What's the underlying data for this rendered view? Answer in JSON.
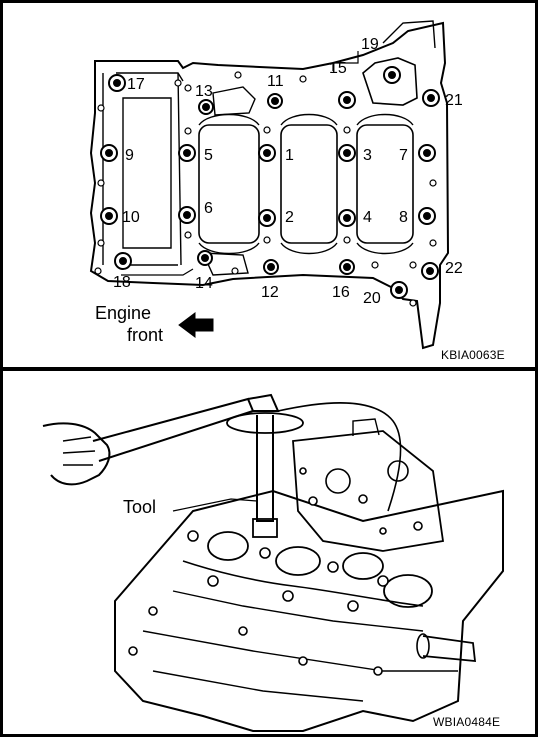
{
  "top_panel": {
    "bolt_numbers": [
      "1",
      "2",
      "3",
      "4",
      "5",
      "6",
      "7",
      "8",
      "9",
      "10",
      "11",
      "12",
      "13",
      "14",
      "15",
      "16",
      "17",
      "18",
      "19",
      "20",
      "21",
      "22"
    ],
    "engine_front_line1": "Engine",
    "engine_front_line2": "front",
    "code": "KBIA0063E"
  },
  "bottom_panel": {
    "tool_label": "Tool",
    "code": "WBIA0484E"
  }
}
